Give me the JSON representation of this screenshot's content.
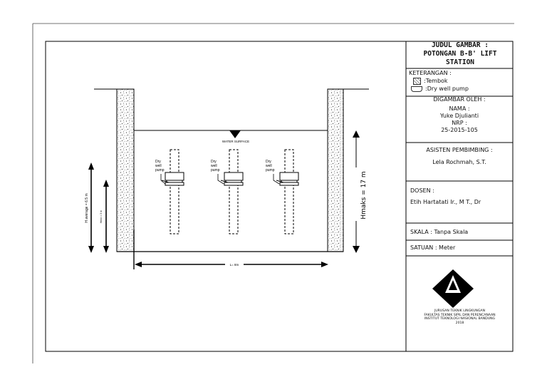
{
  "drawing": {
    "water_surface_label": "WATER SURFACE",
    "pump_label_line1": "Dry",
    "pump_label_line2": "well",
    "pump_label_line3": "pump",
    "h_average_label": "H average = 6.5 m",
    "h_min_label": "Hmin = 3 m",
    "h_max_label": "Hmaks = 17 m",
    "length_label": "L= 8m"
  },
  "title_block": {
    "title_line1": "JUDUL GAMBAR :",
    "title_line2": "POTONGAN B-B' LIFT",
    "title_line3": "STATION",
    "legend_heading": "KETERANGAN :",
    "legend_wall": ":Tembok",
    "legend_pump": ":Dry well pump",
    "drawn_by_heading": "DIGAMBAR OLEH :",
    "name_label": "NAMA :",
    "name_value": "Yuke Djulianti",
    "nrp_label": "NRP :",
    "nrp_value": "25-2015-105",
    "assistant_heading": "ASISTEN PEMBIMBING :",
    "assistant_name": "Lela Rochmah, S.T.",
    "lecturer_heading": "DOSEN :",
    "lecturer_name": "Etih Hartatati Ir., M T., Dr",
    "scale": "SKALA : Tanpa Skala",
    "unit": "SATUAN : Meter",
    "institution_line1": "JURUSAN TEKNIK LINGKUNGAN",
    "institution_line2": "FAKULTAS TEKNIK SIPIL DAN PERENCANAAN",
    "institution_line3": "INSTITUT TEKNOLOGI NASIONAL BANDUNG",
    "institution_year": "2018"
  }
}
